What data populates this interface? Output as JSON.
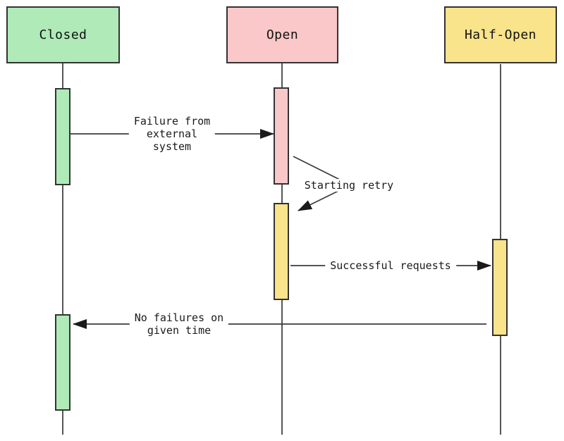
{
  "diagram_type": "sequence-diagram",
  "actors": [
    {
      "name": "Closed",
      "fill": "#afeab8"
    },
    {
      "name": "Open",
      "fill": "#fac8c8"
    },
    {
      "name": "Half-Open",
      "fill": "#f9e38b"
    }
  ],
  "activations": [
    {
      "actor": "Closed",
      "fill": "#afeab8"
    },
    {
      "actor": "Closed",
      "fill": "#afeab8"
    },
    {
      "actor": "Open",
      "fill": "#fac8c8"
    },
    {
      "actor": "Open",
      "fill": "#f9e38b"
    },
    {
      "actor": "Half-Open",
      "fill": "#f9e38b"
    }
  ],
  "messages": [
    {
      "text": "Failure from\nexternal\nsystem",
      "from": "Closed",
      "to": "Open"
    },
    {
      "text": "Starting retry",
      "from": "Open",
      "to": "Open",
      "self": true
    },
    {
      "text": "Successful requests",
      "from": "Open",
      "to": "Half-Open"
    },
    {
      "text": "No failures on\ngiven time",
      "from": "Half-Open",
      "to": "Closed"
    }
  ],
  "colors": {
    "background": "#ffffff",
    "closed_fill": "#afeab8",
    "open_fill": "#fac8c8",
    "half_open_fill": "#f9e38b",
    "box_border": "#333333",
    "lifeline": "#555555",
    "arrow_line": "#3b3b3b",
    "arrowhead": "#1a1a1a",
    "text": "#1a1a1a"
  }
}
